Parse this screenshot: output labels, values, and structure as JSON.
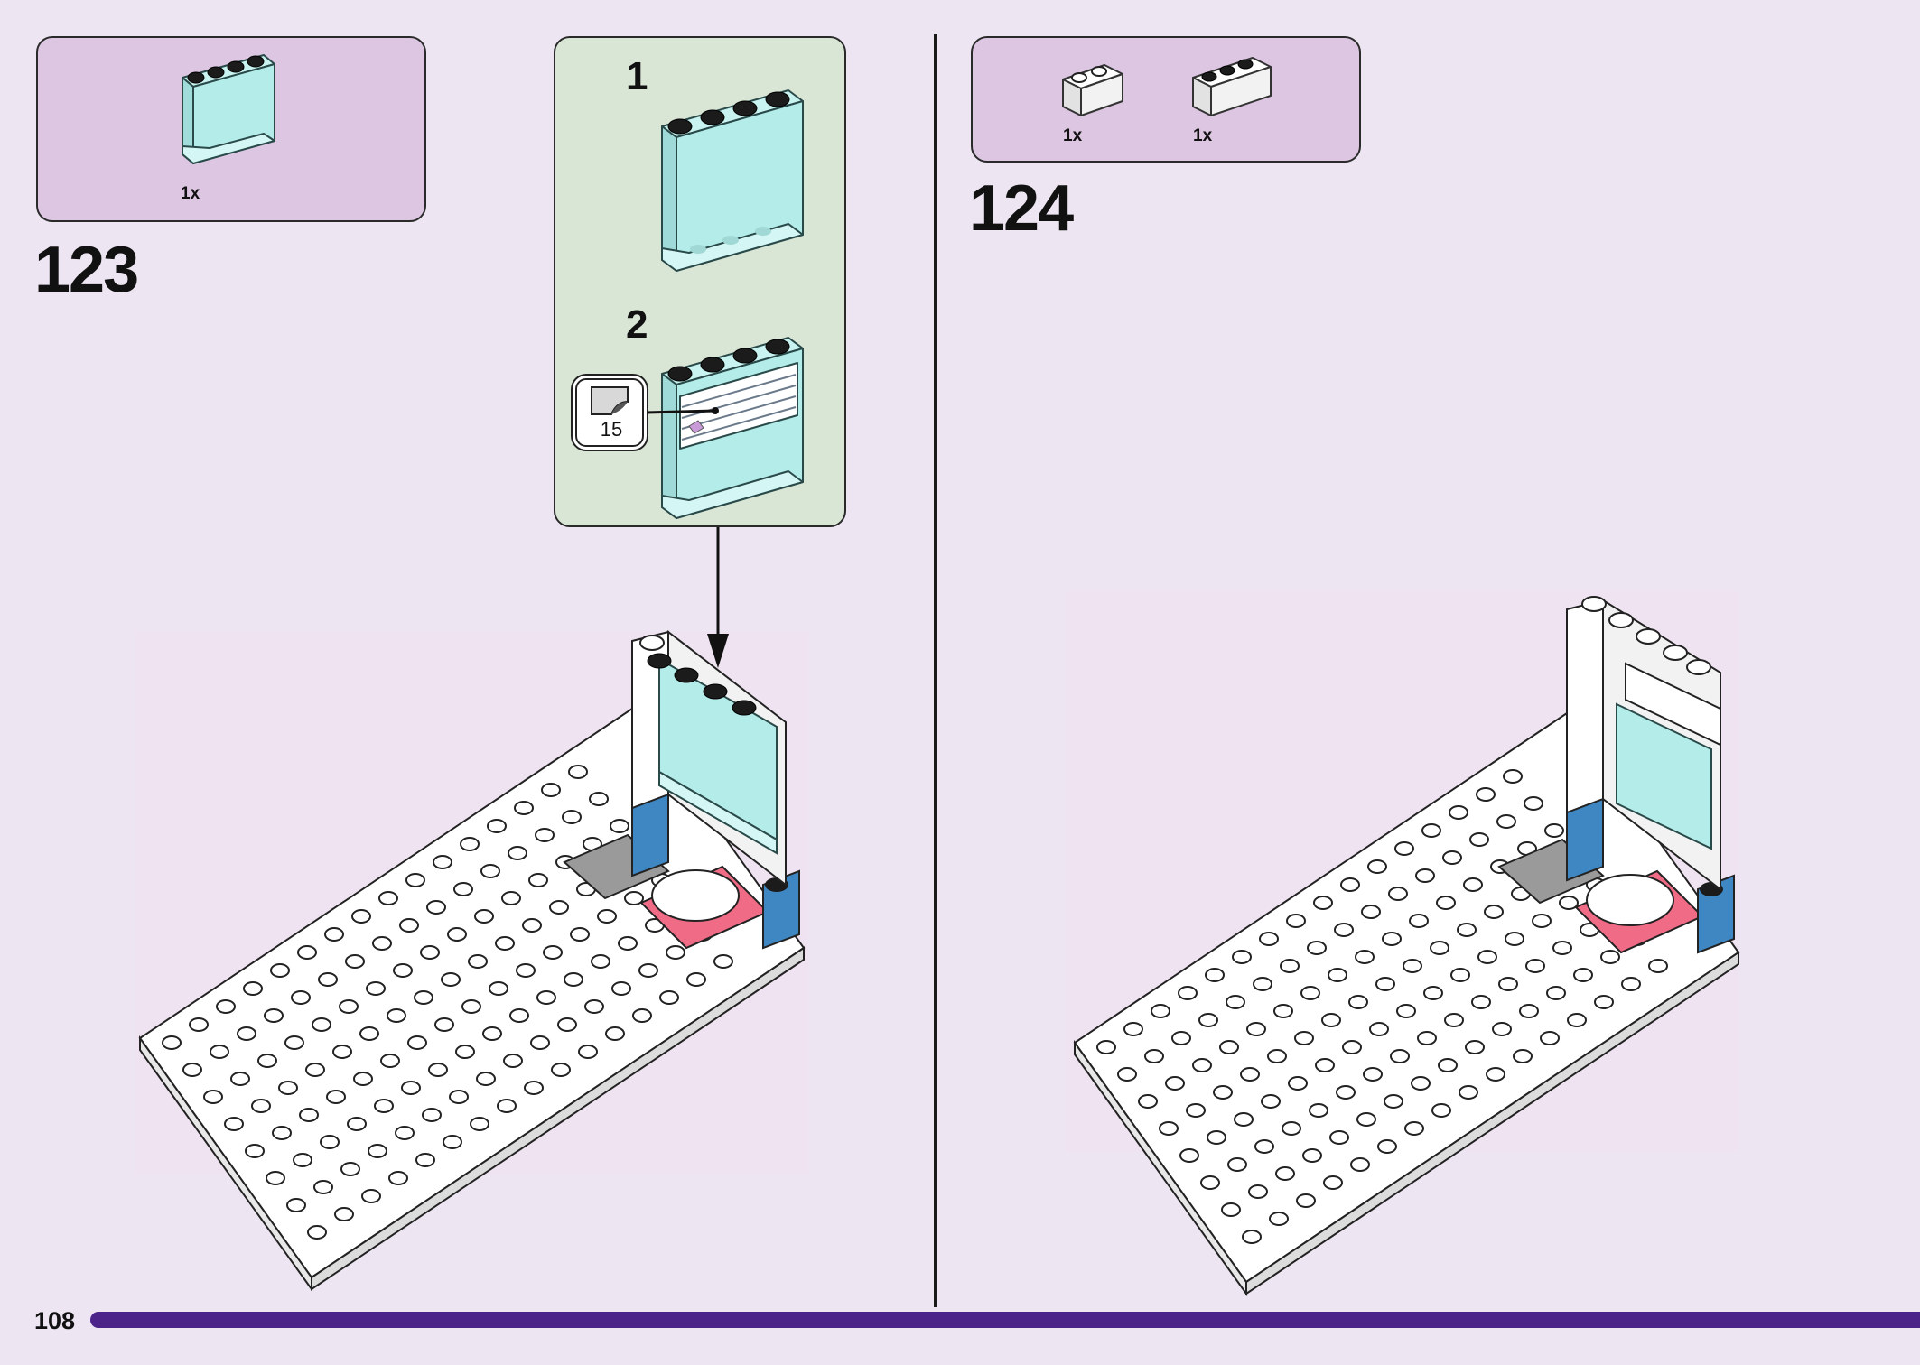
{
  "page_number": "108",
  "steps": [
    {
      "number": "123",
      "parts": [
        {
          "qty": "1x",
          "icon": "transparent-panel-icon"
        }
      ],
      "substeps": [
        {
          "number": "1"
        },
        {
          "number": "2",
          "sticker_number": "15"
        }
      ]
    },
    {
      "number": "124",
      "parts": [
        {
          "qty": "1x",
          "icon": "white-brick-1x2-icon"
        },
        {
          "qty": "1x",
          "icon": "white-brick-1x4-icon"
        }
      ]
    }
  ],
  "colors": {
    "page_background": "#ede5f2",
    "parts_box": "#dcc6e2",
    "subassembly_box": "#d9e6d6",
    "footer_bar": "#4b2389",
    "transparent_panel": "#b4ecea",
    "brick_white": "#ffffff",
    "brick_blue": "#3f87c2",
    "brick_pink": "#f06b86",
    "stud_black": "#1b1b1b",
    "brick_grey": "#8a8a8a"
  }
}
